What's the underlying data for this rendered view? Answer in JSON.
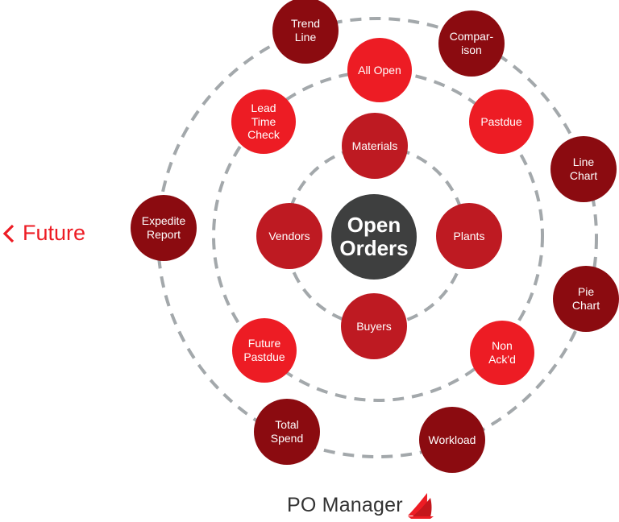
{
  "back_link": {
    "label": "Future",
    "icon": "chevron-left-icon"
  },
  "center_node": {
    "label": "Open\nOrders"
  },
  "inner_ring": [
    {
      "label": "Materials"
    },
    {
      "label": "Plants"
    },
    {
      "label": "Buyers"
    },
    {
      "label": "Vendors"
    }
  ],
  "middle_ring": [
    {
      "label": "All Open"
    },
    {
      "label": "Pastdue"
    },
    {
      "label": "Non\nAck'd"
    },
    {
      "label": "Future\nPastdue"
    },
    {
      "label": "Lead\nTime\nCheck"
    }
  ],
  "outer_ring": [
    {
      "label": "Trend\nLine"
    },
    {
      "label": "Compar-\nison"
    },
    {
      "label": "Line\nChart"
    },
    {
      "label": "Pie\nChart"
    },
    {
      "label": "Workload"
    },
    {
      "label": "Total\nSpend"
    },
    {
      "label": "Expedite\nReport"
    }
  ],
  "brand": {
    "name": "PO Manager",
    "logo": "sail-logo-icon"
  },
  "colors": {
    "outer_node": "#8b0b10",
    "middle_node": "#ed1c24",
    "inner_node": "#be1a22",
    "center_node": "#3e3f3f",
    "ring_dash": "#a3a8ab",
    "accent": "#ed1c24"
  }
}
